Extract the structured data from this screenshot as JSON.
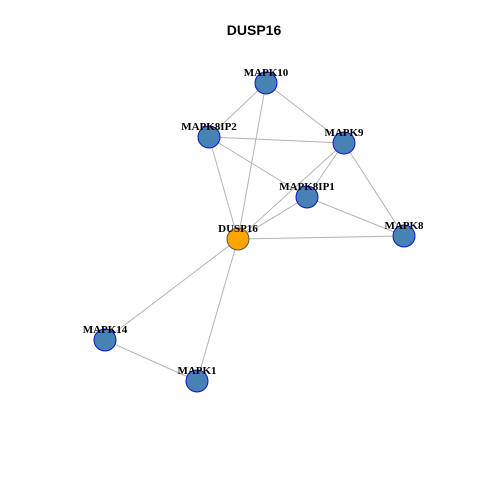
{
  "title": "DUSP16",
  "colors": {
    "default_fill": "#4682b4",
    "default_stroke": "#1010cc",
    "highlight_fill": "#ffa500",
    "highlight_stroke": "#555555",
    "edge": "#b3b3b3"
  },
  "network": {
    "nodes": [
      {
        "id": "MAPK10",
        "label": "MAPK10",
        "highlight": false
      },
      {
        "id": "MAPK8IP2",
        "label": "MAPK8IP2",
        "highlight": false
      },
      {
        "id": "MAPK9",
        "label": "MAPK9",
        "highlight": false
      },
      {
        "id": "MAPK8IP1",
        "label": "MAPK8IP1",
        "highlight": false
      },
      {
        "id": "DUSP16",
        "label": "DUSP16",
        "highlight": true
      },
      {
        "id": "MAPK8",
        "label": "MAPK8",
        "highlight": false
      },
      {
        "id": "MAPK14",
        "label": "MAPK14",
        "highlight": false
      },
      {
        "id": "MAPK1",
        "label": "MAPK1",
        "highlight": false
      }
    ],
    "edges": [
      [
        "MAPK10",
        "MAPK8IP2"
      ],
      [
        "MAPK10",
        "MAPK9"
      ],
      [
        "MAPK10",
        "DUSP16"
      ],
      [
        "MAPK8IP2",
        "MAPK9"
      ],
      [
        "MAPK8IP2",
        "MAPK8IP1"
      ],
      [
        "MAPK8IP2",
        "DUSP16"
      ],
      [
        "MAPK9",
        "MAPK8IP1"
      ],
      [
        "MAPK9",
        "DUSP16"
      ],
      [
        "MAPK9",
        "MAPK8"
      ],
      [
        "MAPK8IP1",
        "DUSP16"
      ],
      [
        "MAPK8IP1",
        "MAPK8"
      ],
      [
        "DUSP16",
        "MAPK8"
      ],
      [
        "DUSP16",
        "MAPK14"
      ],
      [
        "DUSP16",
        "MAPK1"
      ],
      [
        "MAPK14",
        "MAPK1"
      ]
    ]
  }
}
